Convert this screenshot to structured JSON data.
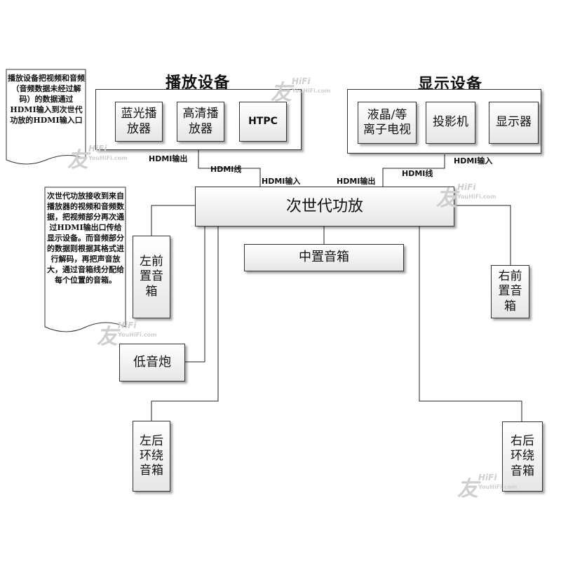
{
  "playback_title": "播放设备",
  "display_title": "显示设备",
  "playback_devices": {
    "bluray": "蓝光播\n放器",
    "hd": "高清播\n放器",
    "htpc": "HTPC"
  },
  "display_devices": {
    "lcd": "液晶/等\n离子电视",
    "projector": "投影机",
    "monitor": "显示器"
  },
  "amp": "次世代功放",
  "center": "中置音箱",
  "left_front": "左前\n置音\n箱",
  "right_front": "右前\n置音\n箱",
  "subwoofer": "低音炮",
  "left_rear": "左后\n环绕\n音箱",
  "right_rear": "右后\n环绕\n音箱",
  "labels": {
    "hdmi_out_left": "HDMI输出",
    "hdmi_cable_left": "HDMI线",
    "hdmi_in_left": "HDMI输入",
    "hdmi_out_right": "HDMI输出",
    "hdmi_cable_right": "HDMI线",
    "hdmi_in_right": "HDMI输入"
  },
  "note1": "播放设备把视频和音频（音频数据未经过解码）的数据通过HDMI输入到次世代功放的HDMI输入口",
  "note2": "次世代功放接收到来自播放器的视频和音频数据，把视频部分再次通过HDMI输出口传给显示设备。而音频部分的数据则根据其格式进行解码，再把声音放大，通过音箱线分配给每个位置的音箱。",
  "watermark": {
    "glyph": "友",
    "brand": "HiFi",
    "site": "YouHiFi.com"
  }
}
